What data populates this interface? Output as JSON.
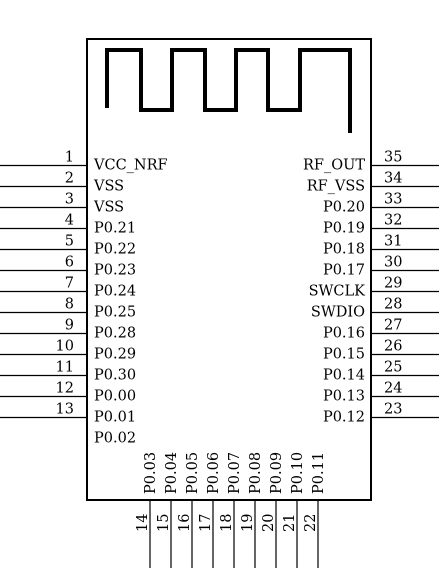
{
  "left_pins": [
    {
      "num": "1",
      "name": "VCC_NRF"
    },
    {
      "num": "2",
      "name": "VSS"
    },
    {
      "num": "3",
      "name": "VSS"
    },
    {
      "num": "4",
      "name": "P0.21"
    },
    {
      "num": "5",
      "name": "P0.22"
    },
    {
      "num": "6",
      "name": "P0.23"
    },
    {
      "num": "7",
      "name": "P0.24"
    },
    {
      "num": "8",
      "name": "P0.25"
    },
    {
      "num": "9",
      "name": "P0.28"
    },
    {
      "num": "10",
      "name": "P0.29"
    },
    {
      "num": "11",
      "name": "P0.30"
    },
    {
      "num": "12",
      "name": "P0.00"
    },
    {
      "num": "13",
      "name": "P0.01"
    },
    {
      "num": "",
      "name": "P0.02"
    }
  ],
  "right_pins": [
    {
      "num": "35",
      "name": "RF_OUT"
    },
    {
      "num": "34",
      "name": "RF_VSS"
    },
    {
      "num": "33",
      "name": "P0.20"
    },
    {
      "num": "32",
      "name": "P0.19"
    },
    {
      "num": "31",
      "name": "P0.18"
    },
    {
      "num": "30",
      "name": "P0.17"
    },
    {
      "num": "29",
      "name": "SWCLK"
    },
    {
      "num": "28",
      "name": "SWDIO"
    },
    {
      "num": "27",
      "name": "P0.16"
    },
    {
      "num": "26",
      "name": "P0.15"
    },
    {
      "num": "25",
      "name": "P0.14"
    },
    {
      "num": "24",
      "name": "P0.13"
    },
    {
      "num": "23",
      "name": "P0.12"
    }
  ],
  "bottom_pins": [
    {
      "num": "14",
      "name": "P0.03"
    },
    {
      "num": "15",
      "name": "P0.04"
    },
    {
      "num": "16",
      "name": "P0.05"
    },
    {
      "num": "17",
      "name": "P0.06"
    },
    {
      "num": "18",
      "name": "P0.07"
    },
    {
      "num": "19",
      "name": "P0.08"
    },
    {
      "num": "20",
      "name": "P0.09"
    },
    {
      "num": "21",
      "name": "P0.10"
    },
    {
      "num": "22",
      "name": "P0.11"
    }
  ]
}
